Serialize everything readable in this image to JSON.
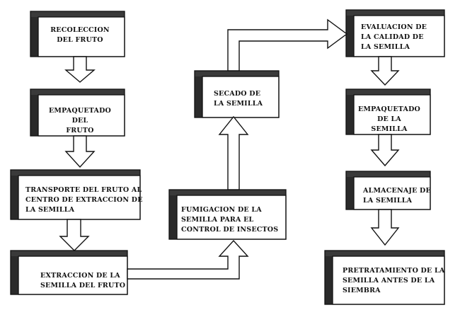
{
  "diagram": {
    "steps": [
      {
        "id": "s1",
        "text": "RECOLECCION\nDEL FRUTO"
      },
      {
        "id": "s2",
        "text": "EMPAQUETADO\nDEL\nFRUTO"
      },
      {
        "id": "s3",
        "text": "TRANSPORTE DEL FRUTO AL\nCENTRO DE EXTRACCION DE\nLA SEMILLA"
      },
      {
        "id": "s4",
        "text": "EXTRACCION DE LA\nSEMILLA DEL FRUTO"
      },
      {
        "id": "s5",
        "text": "FUMIGACION DE LA\nSEMILLA PARA EL\nCONTROL DE INSECTOS"
      },
      {
        "id": "s6",
        "text": "SECADO DE\nLA SEMILLA"
      },
      {
        "id": "s7",
        "text": "EVALUACION DE\nLA CALIDAD DE\nLA SEMILLA"
      },
      {
        "id": "s8",
        "text": "EMPAQUETADO\nDE LA\nSEMILLA"
      },
      {
        "id": "s9",
        "text": "ALMACENAJE DE\nLA SEMILLA"
      },
      {
        "id": "s10",
        "text": "PRETRATAMIENTO DE LA\nSEMILLA ANTES DE LA\nSIEMBRA"
      }
    ]
  }
}
